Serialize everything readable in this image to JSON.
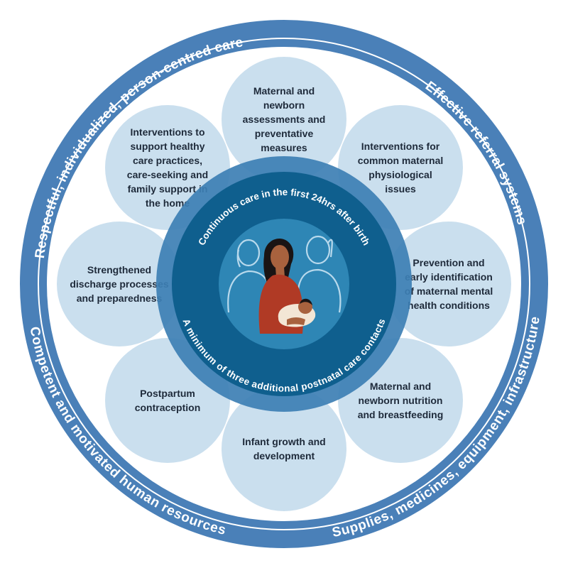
{
  "outer_ring": {
    "labels": [
      "Respectful, individualized, person-centred care",
      "Effective referral systems",
      "Competent and motivated human resources",
      "Supplies, medicines, equipment, infrastructure"
    ]
  },
  "petals": [
    [
      "Maternal and",
      "newborn",
      "assessments and",
      "preventative",
      "measures"
    ],
    [
      "Interventions for",
      "common maternal",
      "physiological",
      "issues"
    ],
    [
      "Prevention and",
      "early identification",
      "of maternal mental",
      "health conditions"
    ],
    [
      "Maternal and",
      "newborn nutrition",
      "and breastfeeding"
    ],
    [
      "Infant growth and",
      "development"
    ],
    [
      "Postpartum",
      "contraception"
    ],
    [
      "Strengthened",
      "discharge processes",
      "and preparedness"
    ],
    [
      "Interventions to",
      "support healthy",
      "care practices,",
      "care-seeking and",
      "family support in",
      "the home"
    ]
  ],
  "center": {
    "top_label": "Continuous care in the first 24hrs after birth",
    "bottom_label": "A minimum of three additional postnatal care contacts"
  },
  "colors": {
    "outer_ring": "#4a80b8",
    "petal": "#c4dcec",
    "middle_disc": "#3d7fb4",
    "inner_disc": "#0f5f8e",
    "illustration_bg": "#2e86b5",
    "illustration_line": "#b8d9ec",
    "mother_dress": "#b03a25",
    "skin": "#a8623e",
    "hair": "#1a1414",
    "blanket": "#f3e6d5"
  },
  "icons": [
    "mother-holding-newborn-icon",
    "family-support-figures-icon"
  ]
}
